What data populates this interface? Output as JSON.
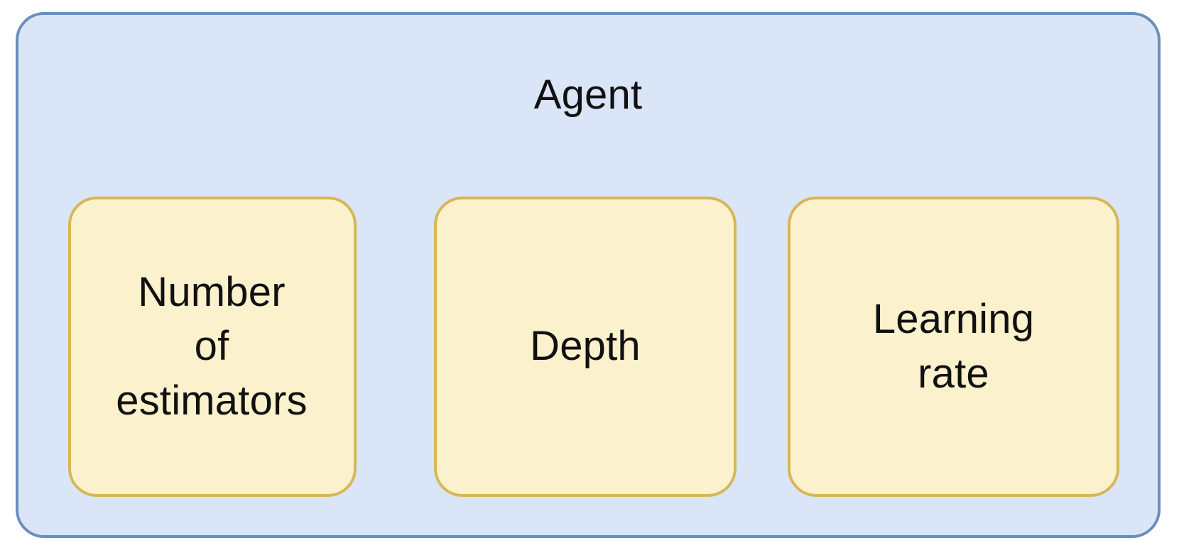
{
  "diagram": {
    "type": "container-with-children",
    "title": "Agent",
    "container": {
      "label": "Agent",
      "fill_color": "#dae5f7",
      "border_color": "#6c8ebf"
    },
    "children": [
      {
        "label": "Number\nof\nestimators",
        "name": "number-of-estimators",
        "fill_color": "#fcf1cd",
        "border_color": "#d6b656"
      },
      {
        "label": "Depth",
        "name": "depth",
        "fill_color": "#fcf1cd",
        "border_color": "#d6b656"
      },
      {
        "label": "Learning\nrate",
        "name": "learning-rate",
        "fill_color": "#fcf1cd",
        "border_color": "#d6b656"
      }
    ]
  }
}
